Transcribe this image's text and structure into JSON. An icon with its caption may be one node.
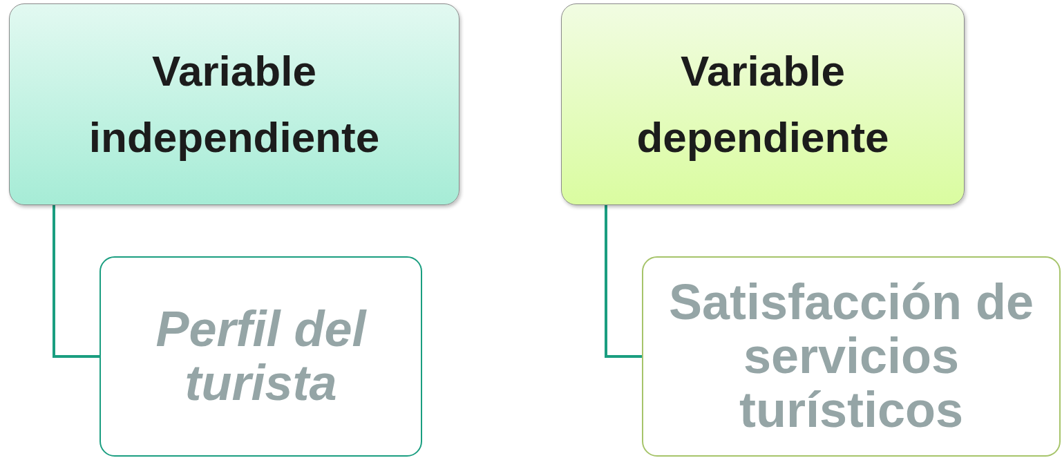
{
  "diagram": {
    "nodes": [
      {
        "text": [
          "Variable independiente"
        ]
      },
      {
        "text": [
          "Perfil del turista"
        ]
      },
      {
        "text": [
          "Variable dependiente"
        ]
      },
      {
        "text": [
          "Satisfacción de servicios turísticos"
        ]
      }
    ],
    "edges": [
      {
        "from": 0,
        "to": 1,
        "arrow": "none"
      },
      {
        "from": 2,
        "to": 3,
        "arrow": "none"
      }
    ]
  }
}
